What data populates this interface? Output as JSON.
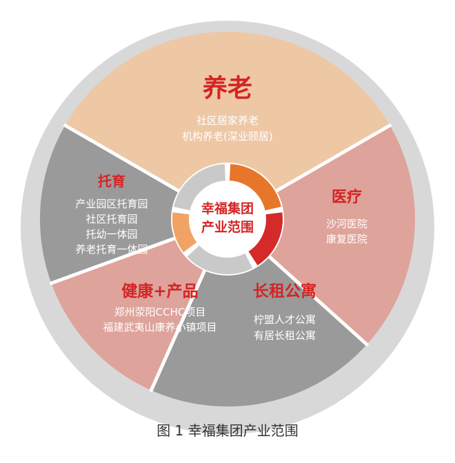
{
  "center": {
    "line1": "幸福集团",
    "line2": "产业范围"
  },
  "segments": [
    {
      "title": "养老",
      "items": [
        "社区居家养老",
        "机构养老(深业颐居)"
      ]
    },
    {
      "title": "医疗",
      "items": [
        "沙河医院",
        "康复医院"
      ]
    },
    {
      "title": "长租公寓",
      "items": [
        "柠盟人才公寓",
        "有居长租公寓"
      ]
    },
    {
      "title": "健康+产品",
      "items": [
        "郑州荥阳CCHC项目",
        "福建武夷山康养小镇项目"
      ]
    },
    {
      "title": "托育",
      "items": [
        "产业园区托育园",
        "社区托育园",
        "托幼一体园",
        "养老托育一体园"
      ]
    }
  ],
  "caption": "图 1 幸福集团产业范围",
  "colors": {
    "outer_ring": "#d8d8d8",
    "yanglao": "#eec7a5",
    "yiliao": "#dea39a",
    "changzu": "#9a9a9a",
    "jiankang": "#dea39a",
    "tuoyu": "#9a9a9a",
    "title_red": "#d42424",
    "inner_orange": "#e8762a",
    "inner_red": "#d42a2a",
    "inner_gray": "#c9c9c9",
    "inner_peach": "#f0a365"
  }
}
